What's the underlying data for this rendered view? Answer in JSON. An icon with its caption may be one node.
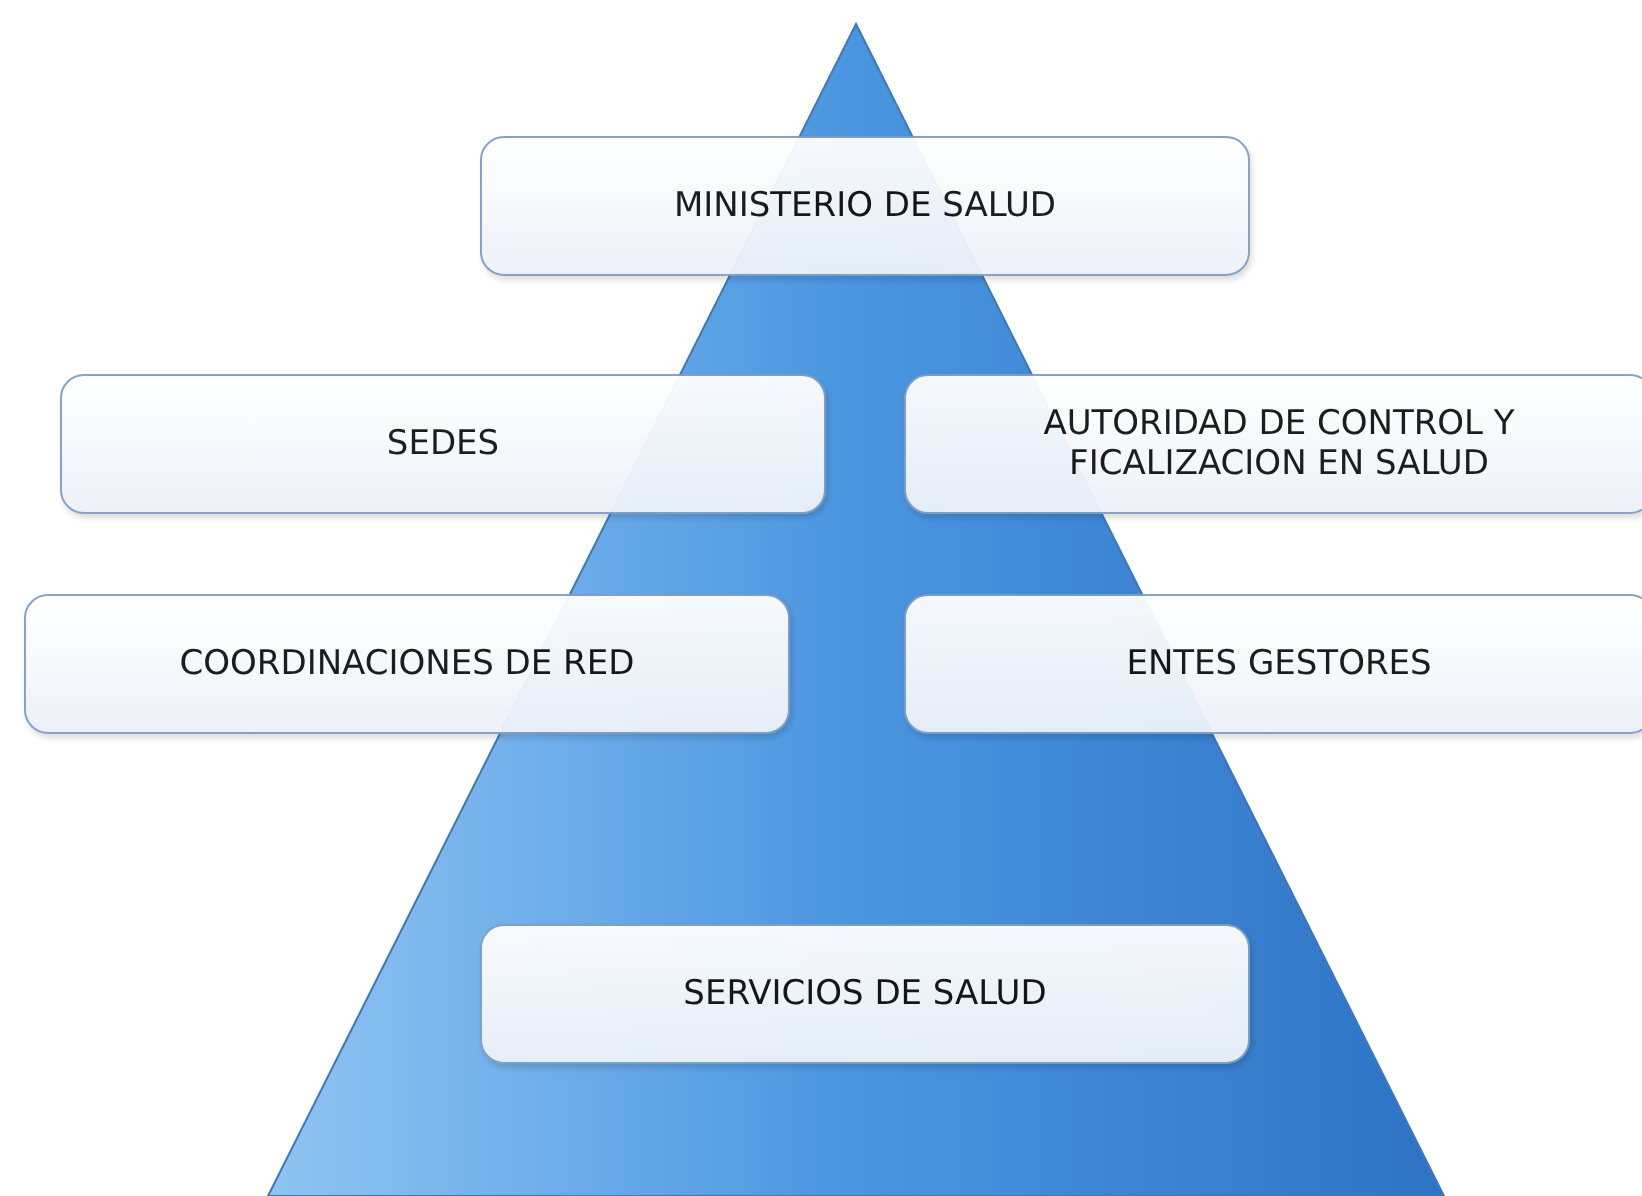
{
  "diagram": {
    "nodes": [
      {
        "text": [
          "MINISTERIO DE SALUD"
        ]
      },
      {
        "text": [
          "SEDES"
        ]
      },
      {
        "text": [
          "AUTORIDAD DE CONTROL Y FICALIZACION EN SALUD"
        ]
      },
      {
        "text": [
          "COORDINACIONES DE RED"
        ]
      },
      {
        "text": [
          "ENTES GESTORES"
        ]
      },
      {
        "text": [
          "SERVICIOS DE SALUD"
        ]
      }
    ]
  }
}
